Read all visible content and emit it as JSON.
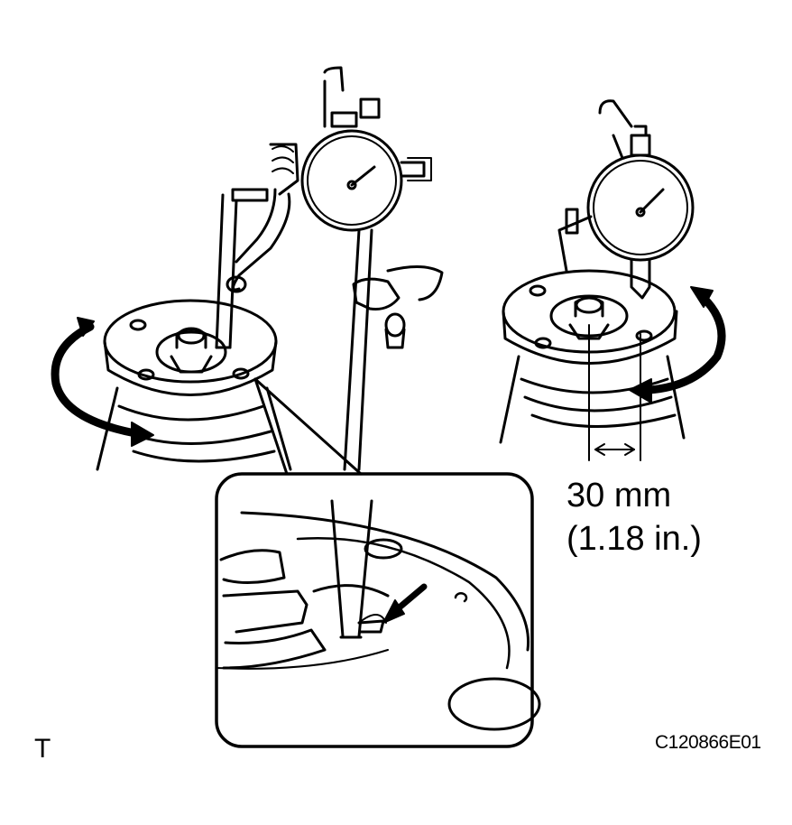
{
  "labels": {
    "dimension_metric": "30 mm",
    "dimension_imperial": "(1.18 in.)",
    "corner_letter": "T",
    "figure_code": "C120866E01"
  },
  "colors": {
    "ink": "#000000",
    "paper": "#ffffff"
  },
  "icons": [
    "dial-indicator-icon",
    "rotation-arrow-icon",
    "pointer-arrow-icon",
    "magnetic-stand-icon"
  ]
}
